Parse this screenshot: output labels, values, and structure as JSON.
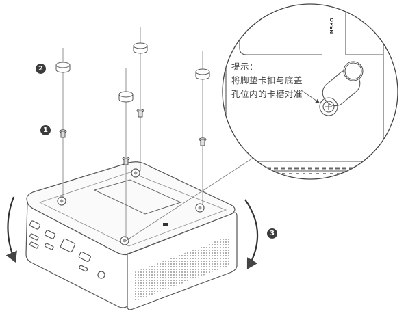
{
  "steps": {
    "step1": "1",
    "step2": "2",
    "step3": "3"
  },
  "callout": {
    "heading": "提示：",
    "line1": "将脚垫卡扣与底盖",
    "line2": "孔位内的卡槽对准",
    "open_label": "OPEN"
  },
  "colors": {
    "stroke": "#555555",
    "badge": "#3c3c3c"
  }
}
